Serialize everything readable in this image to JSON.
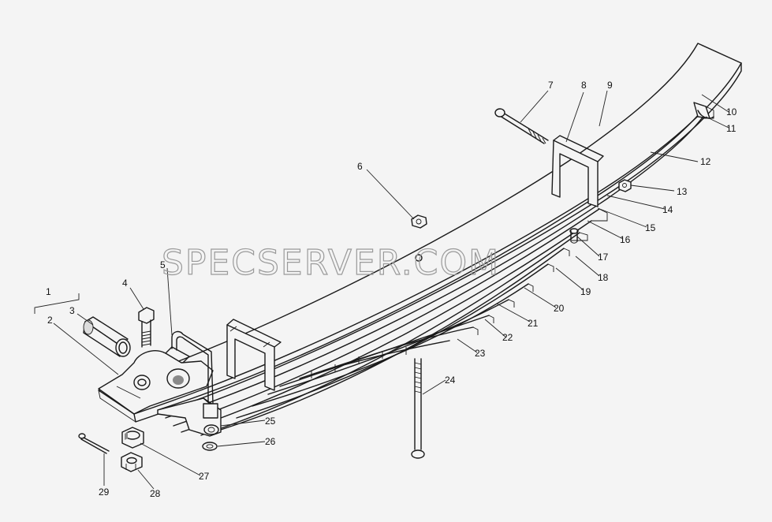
{
  "watermark": "SPECSERVER.COM",
  "callouts": [
    "1",
    "2",
    "3",
    "4",
    "5",
    "6",
    "7",
    "8",
    "9",
    "10",
    "11",
    "12",
    "13",
    "14",
    "15",
    "16",
    "17",
    "18",
    "19",
    "20",
    "21",
    "22",
    "23",
    "24",
    "25",
    "26",
    "27",
    "28",
    "29"
  ]
}
